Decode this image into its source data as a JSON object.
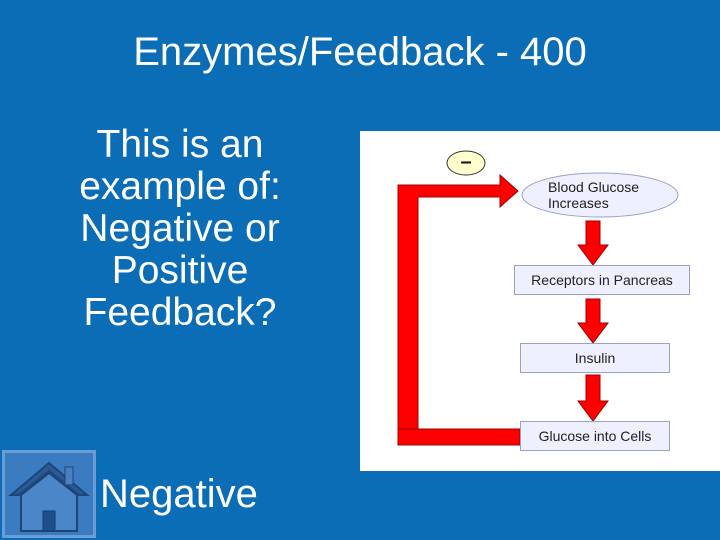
{
  "slide": {
    "title": "Enzymes/Feedback - 400",
    "question_lines": [
      "This is an",
      "example of:",
      "Negative or",
      "Positive",
      "Feedback?"
    ],
    "answer": "Negative"
  },
  "diagram": {
    "sign": "–",
    "nodes": {
      "blood_glucose_line1": "Blood Glucose",
      "blood_glucose_line2": "Increases",
      "receptors": "Receptors in Pancreas",
      "insulin": "Insulin",
      "glucose_cells": "Glucose into Cells"
    }
  },
  "colors": {
    "background": "#0b6db5",
    "arrow": "#ff0000",
    "sign_fill": "#ffffcc"
  },
  "icons": {
    "home": "home-icon"
  }
}
